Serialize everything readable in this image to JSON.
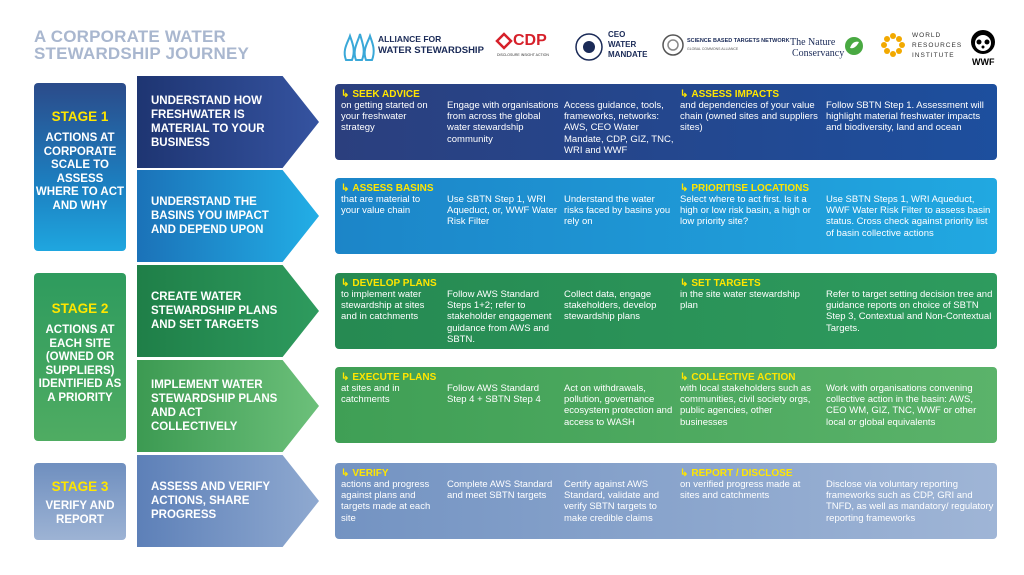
{
  "title": "A CORPORATE WATER STEWARDSHIP JOURNEY",
  "logos": [
    {
      "name": "alliance-for-water-stewardship",
      "line1": "ALLIANCE FOR",
      "line2": "WATER STEWARDSHIP"
    },
    {
      "name": "cdp",
      "line1": "CDP",
      "line2": "DISCLOSURE INSIGHT ACTION"
    },
    {
      "name": "ceo-water-mandate",
      "line1": "CEO",
      "line2": "WATER",
      "line3": "MANDATE"
    },
    {
      "name": "science-based-targets-network",
      "line1": "SCIENCE BASED TARGETS NETWORK",
      "line2": "GLOBAL COMMONS ALLIANCE"
    },
    {
      "name": "the-nature-conservancy",
      "line1": "The Nature",
      "line2": "Conservancy"
    },
    {
      "name": "world-resources-institute",
      "line1": "WORLD",
      "line2": "RESOURCES",
      "line3": "INSTITUTE"
    },
    {
      "name": "wwf",
      "line1": "WWF"
    }
  ],
  "stages": [
    {
      "label": "STAGE 1",
      "desc": "ACTIONS AT CORPORATE SCALE TO ASSESS WHERE TO ACT AND WHY"
    },
    {
      "label": "STAGE 2",
      "desc": "ACTIONS AT EACH SITE (OWNED OR SUPPLIERS) IDENTIFIED AS A PRIORITY"
    },
    {
      "label": "STAGE 3",
      "desc": "VERIFY AND REPORT"
    }
  ],
  "rows": [
    {
      "arrow": "UNDERSTAND HOW FRESHWATER IS MATERIAL TO YOUR BUSINESS",
      "head1": "SEEK ADVICE",
      "text1": "on getting started on your freshwater strategy",
      "text2": "Engage with organisations from across the global water stewardship community",
      "text3": "Access guidance, tools, frameworks, networks: AWS, CEO Water Mandate, CDP, GIZ, TNC, WRI and WWF",
      "head4": "ASSESS IMPACTS",
      "text4": "and dependencies of your value chain (owned sites and suppliers sites)",
      "text5": "Follow SBTN Step 1. Assessment will highlight material freshwater impacts and biodiversity, land and ocean"
    },
    {
      "arrow": "UNDERSTAND THE BASINS YOU IMPACT AND DEPEND UPON",
      "head1": "ASSESS BASINS",
      "text1": "that are material to your value chain",
      "text2": "Use SBTN Step 1, WRI Aqueduct, or, WWF Water Risk Filter",
      "text3": "Understand the water risks faced by basins you rely on",
      "head4": "PRIORITISE LOCATIONS",
      "text4": "Select where to act first. Is it a high or low risk basin, a high or low priority site?",
      "text5": "Use SBTN Steps 1, WRI Aqueduct, WWF Water Risk Filter to assess basin status. Cross check against priority list of basin collective actions"
    },
    {
      "arrow": "CREATE WATER STEWARDSHIP PLANS AND SET TARGETS",
      "head1": "DEVELOP PLANS",
      "text1": "to implement water stewardship at sites and in catchments",
      "text2": "Follow AWS Standard Steps 1+2; refer to stakeholder engagement guidance from AWS and SBTN.",
      "text3": "Collect data, engage stakeholders, develop stewardship plans",
      "head4": "SET TARGETS",
      "text4": "in the site water stewardship plan",
      "text5": "Refer to target setting decision tree and guidance reports on choice of SBTN Step 3, Contextual and Non-Contextual Targets."
    },
    {
      "arrow": "IMPLEMENT WATER STEWARDSHIP PLANS AND ACT COLLECTIVELY",
      "head1": "EXECUTE PLANS",
      "text1": "at sites and in catchments",
      "text2": "Follow AWS Standard Step 4 + SBTN Step 4",
      "text3": "Act on withdrawals, pollution, governance ecosystem protection and access to WASH",
      "head4": "COLLECTIVE ACTION",
      "text4": "with local stakeholders such as communities, civil society orgs, public agencies, other businesses",
      "text5": "Work with organisations convening collective action in the basin: AWS, CEO WM, GIZ, TNC, WWF or other local or global equivalents"
    },
    {
      "arrow": "ASSESS AND VERIFY ACTIONS, SHARE PROGRESS",
      "head1": "VERIFY",
      "text1": "actions and progress against plans and targets made at each site",
      "text2": "Complete AWS Standard and meet SBTN targets",
      "text3": "Certify against AWS Standard, validate and verify SBTN targets to make credible claims",
      "head4": "REPORT / DISCLOSE",
      "text4": "on verified progress made at sites and catchments",
      "text5": "Disclose via voluntary reporting frameworks such as CDP, GRI and TNFD, as well as mandatory/ regulatory reporting frameworks"
    }
  ],
  "colors": {
    "row1": "#2b3f7e",
    "row2": "#1fa6df",
    "row3": "#2e9b5e",
    "row4": "#4fac62",
    "row5": "#7e9bc4",
    "accent": "#ffe600",
    "title": "#a9b7cf"
  }
}
